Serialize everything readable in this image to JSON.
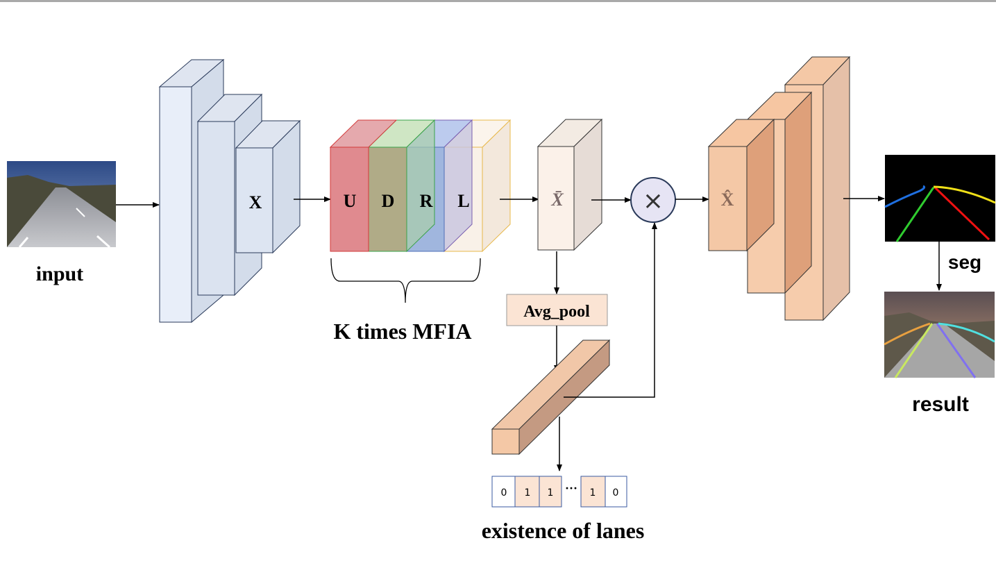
{
  "labels": {
    "input": "input",
    "x": "X",
    "u": "U",
    "d": "D",
    "r": "R",
    "l": "L",
    "k_times": "K times MFIA",
    "x_bar": "X̄",
    "avg_pool": "Avg_pool",
    "multiply": "×",
    "x_hat": "X̂",
    "seg": "seg",
    "result": "result",
    "existence": "existence of lanes",
    "ellipsis": "···"
  },
  "existence_cells": [
    "0",
    "1",
    "1",
    "1",
    "0"
  ],
  "colors": {
    "encoder_fill": "#e6ecf7",
    "u_block": "#e08a8f",
    "d_block": "#a9c99a",
    "r_block": "#8fa9d8",
    "l_block": "#f3e8dc",
    "decoder_fill": "#f4c8a6",
    "decoder_dark": "#dea07a",
    "circle_fill": "#e6e4f4",
    "seg_lane_blue": "#1f6fe0",
    "seg_lane_green": "#2fcc2f",
    "seg_lane_red": "#ee1111",
    "seg_lane_yellow": "#f0e018"
  },
  "icons": {
    "input_image": "road-photo",
    "seg_image": "lane-segmentation-map",
    "result_image": "road-photo-with-lanes"
  }
}
